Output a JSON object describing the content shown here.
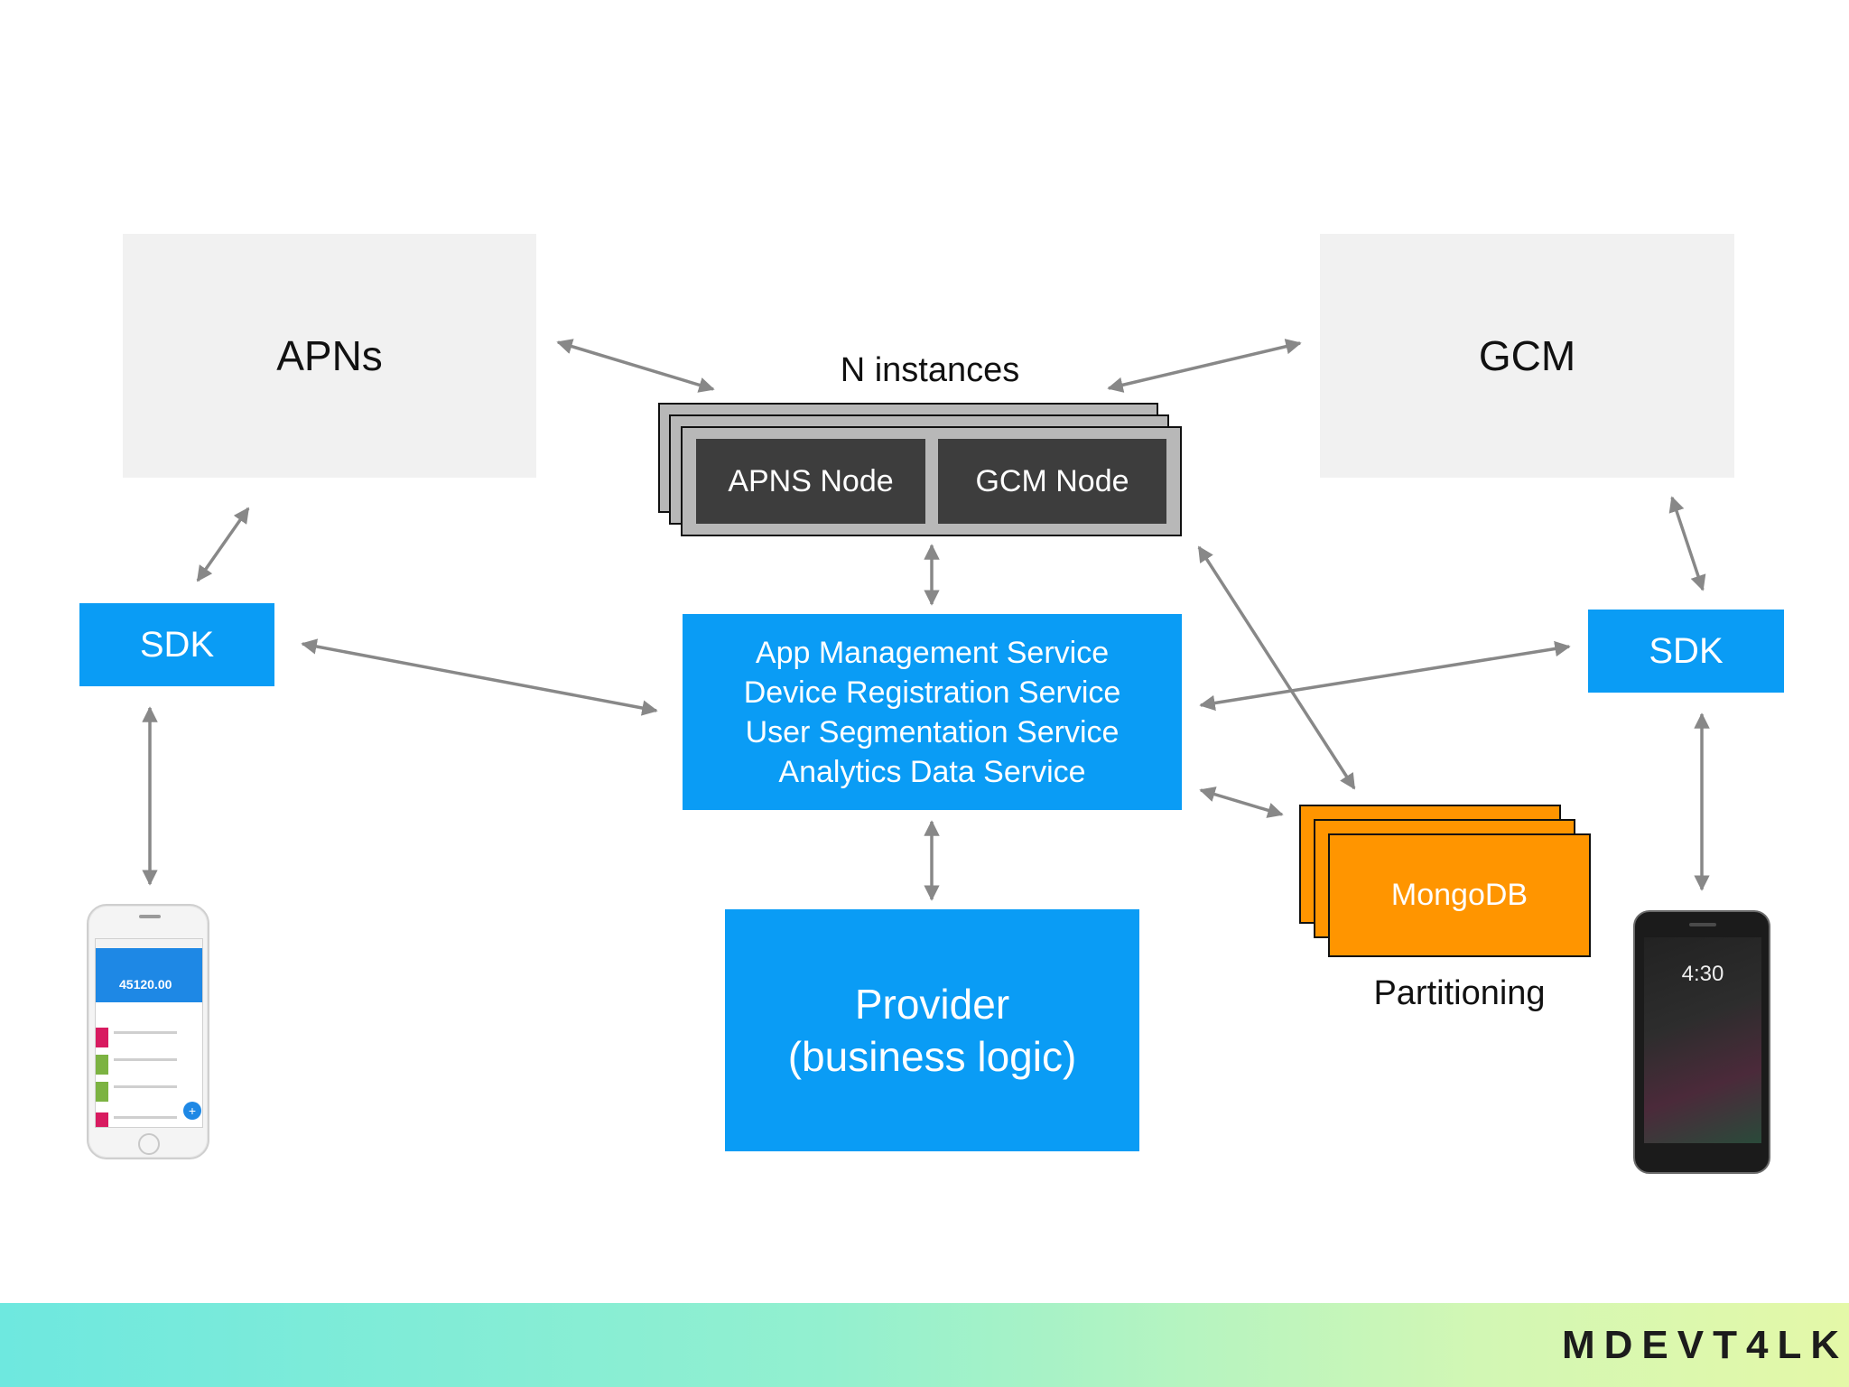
{
  "apns": {
    "label": "APNs"
  },
  "gcm": {
    "label": "GCM"
  },
  "instances": {
    "caption": "N instances",
    "apns_node": "APNS Node",
    "gcm_node": "GCM Node"
  },
  "sdk_left": {
    "label": "SDK"
  },
  "sdk_right": {
    "label": "SDK"
  },
  "services": {
    "lines": [
      "App Management Service",
      "Device Registration Service",
      "User Segmentation Service",
      "Analytics Data Service"
    ]
  },
  "provider": {
    "line1": "Provider",
    "line2": "(business logic)"
  },
  "mongodb": {
    "label": "MongoDB",
    "caption": "Partitioning"
  },
  "iphone": {
    "balance": "45120.00"
  },
  "android": {
    "time": "4:30"
  },
  "footer": {
    "logo": "MDEVT4LK"
  },
  "colors": {
    "service_blue": "#0a9cf5",
    "node_dark": "#3d3d3d",
    "mongodb_orange": "#ff9500",
    "external_grey": "#f1f1f1",
    "arrow_grey": "#888888"
  }
}
